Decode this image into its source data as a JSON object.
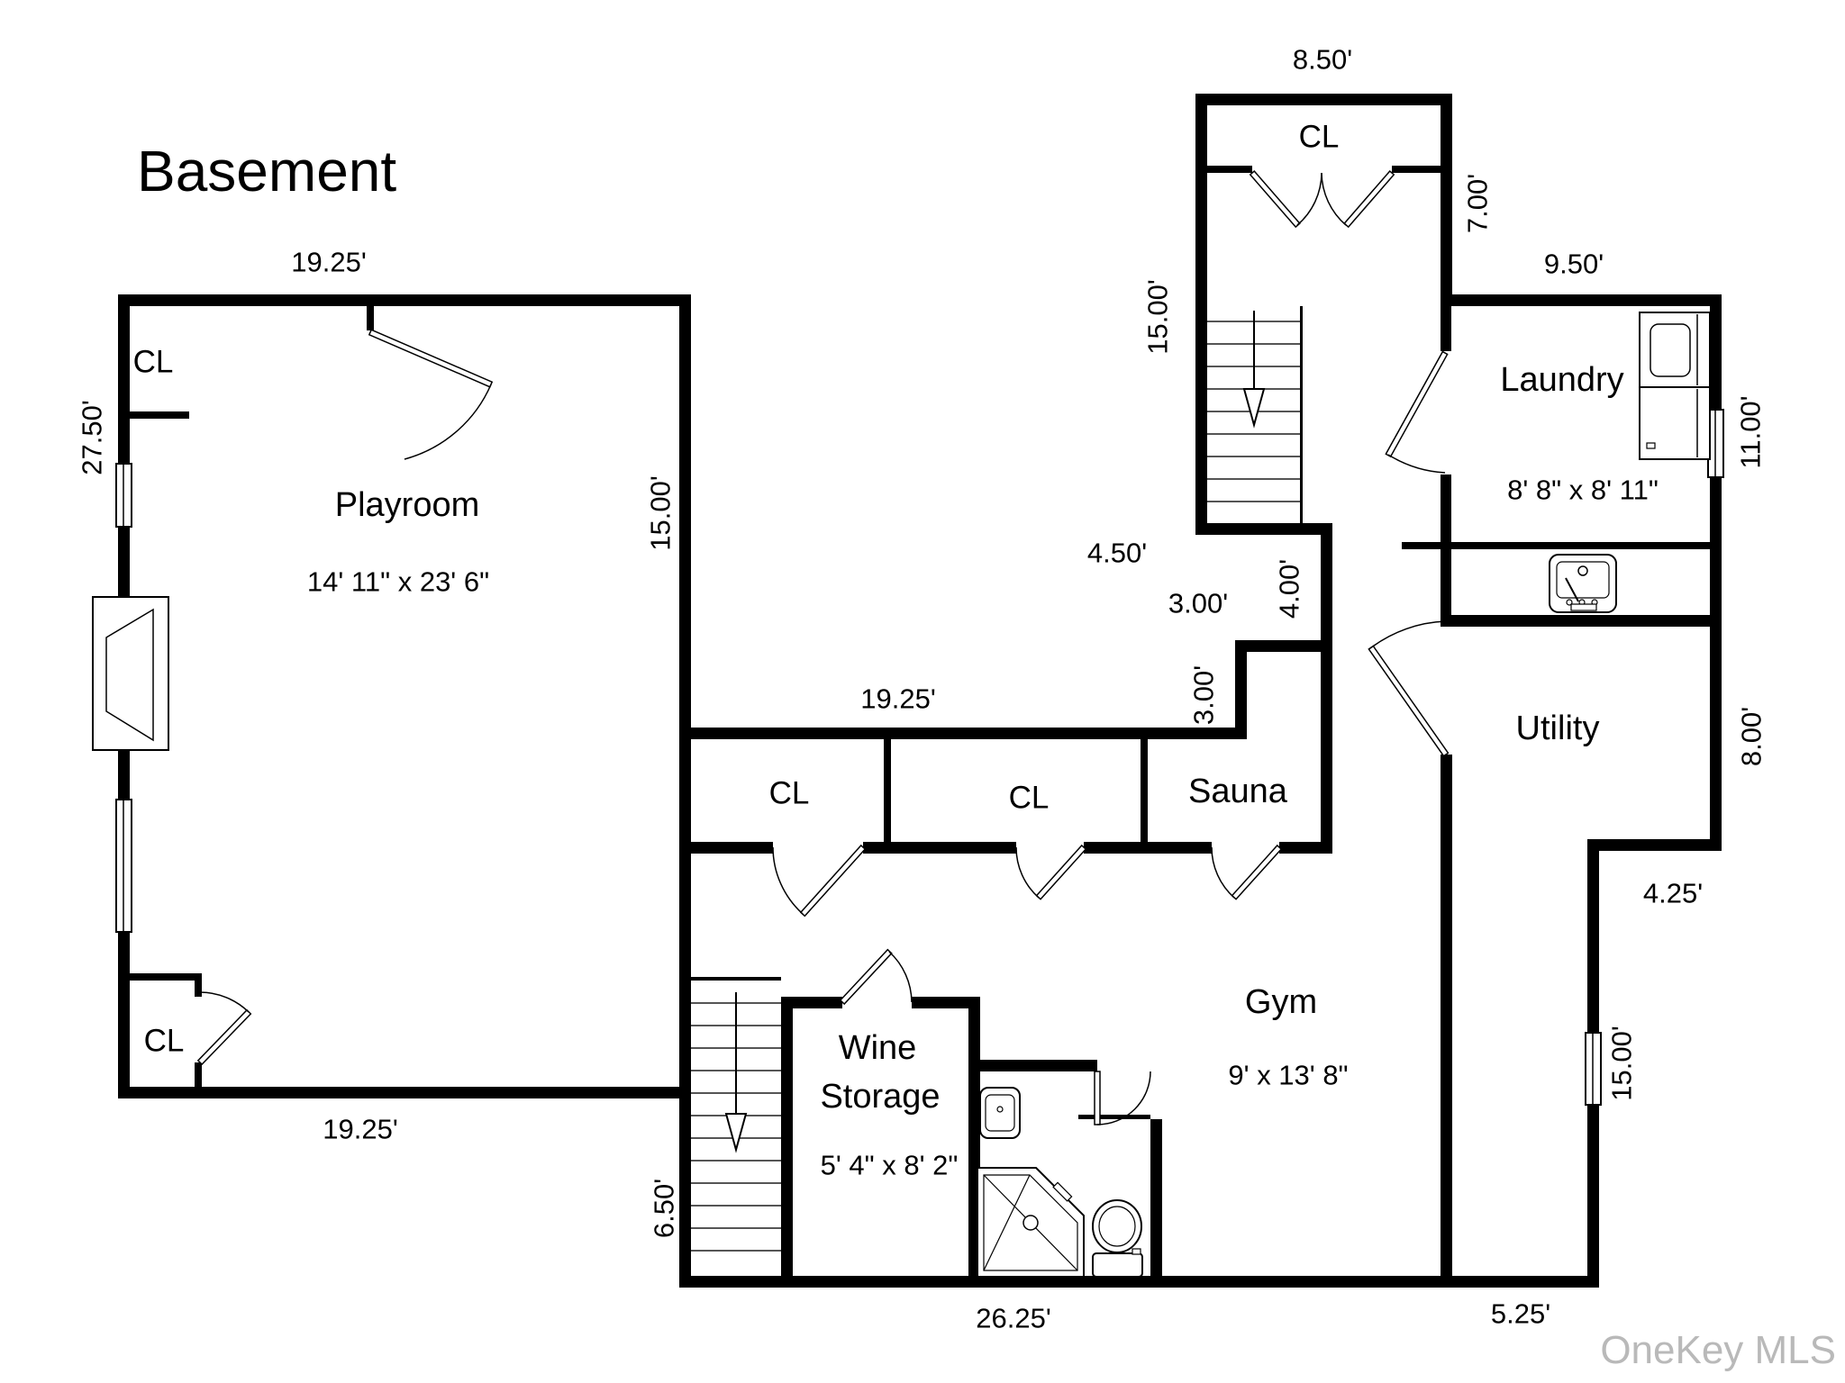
{
  "title": "Basement",
  "watermark": "OneKey MLS",
  "rooms": {
    "playroom": {
      "name": "Playroom",
      "dims": "14' 11\" x 23' 6\""
    },
    "laundry": {
      "name": "Laundry",
      "dims": "8' 8\" x 8' 11\""
    },
    "utility": {
      "name": "Utility"
    },
    "sauna": {
      "name": "Sauna"
    },
    "gym": {
      "name": "Gym",
      "dims": "9' x 13' 8\""
    },
    "wine": {
      "line1": "Wine",
      "line2": "Storage",
      "dims": "5' 4\" x 8' 2\""
    }
  },
  "closets": {
    "top_left": "CL",
    "bottom_left": "CL",
    "hall_1": "CL",
    "hall_2": "CL",
    "stair_top": "CL"
  },
  "dims": {
    "playroom_top": "19.25'",
    "playroom_left": "27.50'",
    "playroom_right": "15.00'",
    "playroom_bottom": "19.25'",
    "hall_top": "19.25'",
    "stair_cl_top": "8.50'",
    "stair_cl_right": "7.00'",
    "stairwell_left": "15.00'",
    "laundry_top": "9.50'",
    "laundry_right": "11.00'",
    "stair_bottom": "4.50'",
    "notch_top": "3.00'",
    "notch_right": "4.00'",
    "notch_left": "3.00'",
    "utility_right": "8.00'",
    "utility_jog": "4.25'",
    "leg_right": "15.00'",
    "leg_bottom": "5.25'",
    "gym_bottom": "26.25'",
    "lower_stair_left": "6.50'"
  },
  "fixtures": {
    "washer": "washer-icon",
    "dryer": "dryer-icon",
    "laundry_sink": "laundry-sink-icon",
    "bathroom_sink": "bathroom-sink-icon",
    "shower": "corner-shower-icon",
    "toilet": "toilet-icon"
  }
}
